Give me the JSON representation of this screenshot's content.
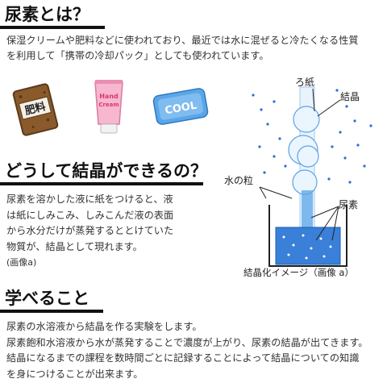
{
  "section1": {
    "title": "尿素とは？",
    "lines": [
      "保湿クリームや肥料などに使われており、最近では水に混ぜると冷たくなる性質",
      "を利用して「携帯の冷却パック」としても使われています。"
    ]
  },
  "illustrations": {
    "fertilizer_label": "肥料",
    "cream_label_1": "Hand",
    "cream_label_2": "Cream",
    "cool_label": "COOL"
  },
  "section2": {
    "title": "どうして結晶ができるの？",
    "lines": [
      "尿素を溶かした液に紙をつけると、液",
      "は紙にしみこみ、しみこんだ液の表面",
      "から水分だけが蒸発するととけていた",
      "物質が、結晶として現れます。",
      "(画像a)"
    ]
  },
  "diagram": {
    "label_paper": "ろ紙",
    "label_crystal": "結晶",
    "label_water": "水の粒",
    "label_urea": "尿素",
    "caption": "結晶化イメージ（画像 a）"
  },
  "section3": {
    "title": "学べること",
    "lines": [
      "尿素の水溶液から結晶を作る実験をします。",
      "尿素飽和水溶液から水が蒸発することで濃度が上がり、尿素の結晶が出てきます。",
      "結晶になるまでの課程を数時間ごとに記録することによって結晶についての知識",
      "を身につけることが出来ます。"
    ]
  },
  "colors": {
    "heading_bar": "#111111",
    "water": "#3a7fd8",
    "crystal": "#cfe6fb",
    "dot": "#2a6fd0"
  }
}
